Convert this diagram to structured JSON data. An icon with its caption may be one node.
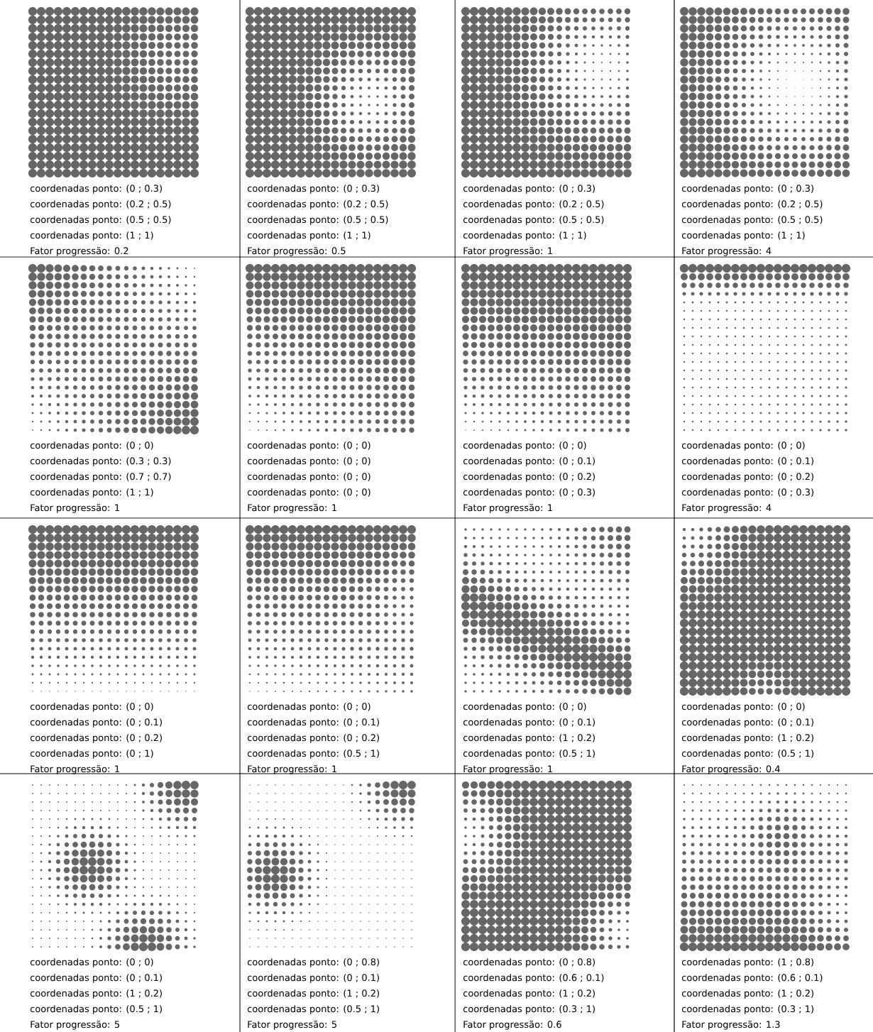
{
  "diagram": {
    "labels": [
      "coordenadas ponto: (0 ; 0.3)",
      "coordenadas ponto: (0.2 ; 0.5)",
      "coordenadas ponto: (0.5 ; 0.5)",
      "coordenadas ponto: (1 ; 1)",
      "Fator progressão: 0.2",
      "coordenadas ponto: (0 ; 0.3)",
      "coordenadas ponto: (0.2 ; 0.5)",
      "coordenadas ponto: (0.5 ; 0.5)",
      "coordenadas ponto: (1 ; 1)",
      "Fator progressão: 0.5",
      "coordenadas ponto: (0 ; 0.3)",
      "coordenadas ponto: (0.2 ; 0.5)",
      "coordenadas ponto: (0.5 ; 0.5)",
      "coordenadas ponto: (1 ; 1)",
      "Fator progressão: 1",
      "coordenadas ponto: (0 ; 0.3)",
      "coordenadas ponto: (0.2 ; 0.5)",
      "coordenadas ponto: (0.5 ; 0.5)",
      "coordenadas ponto: (1 ; 1)",
      "Fator progressão: 4",
      "coordenadas ponto: (0 ; 0)",
      "coordenadas ponto: (0.3 ; 0.3)",
      "coordenadas ponto: (0.7 ; 0.7)",
      "coordenadas ponto: (1 ; 1)",
      "Fator progressão: 1",
      "coordenadas ponto: (0 ; 0)",
      "coordenadas ponto: (0 ; 0)",
      "coordenadas ponto: (0 ; 0)",
      "coordenadas ponto: (0 ; 0)",
      "Fator progressão: 1",
      "coordenadas ponto: (0 ; 0)",
      "coordenadas ponto: (0 ; 0.1)",
      "coordenadas ponto: (0 ; 0.2)",
      "coordenadas ponto: (0 ; 0.3)",
      "Fator progressão: 1",
      "coordenadas ponto: (0 ; 0)",
      "coordenadas ponto: (0 ; 0.1)",
      "coordenadas ponto: (0 ; 0.2)",
      "coordenadas ponto: (0 ; 0.3)",
      "Fator progressão: 4",
      "coordenadas ponto: (0 ; 0)",
      "coordenadas ponto: (0 ; 0.1)",
      "coordenadas ponto: (0 ; 0.2)",
      "coordenadas ponto: (0 ; 1)",
      "Fator progressão: 1",
      "coordenadas ponto: (0 ; 0)",
      "coordenadas ponto: (0 ; 0.1)",
      "coordenadas ponto: (0 ; 0.2)",
      "coordenadas ponto: (0.5 ; 1)",
      "Fator progressão: 1",
      "coordenadas ponto: (0 ; 0)",
      "coordenadas ponto: (0 ; 0.1)",
      "coordenadas ponto: (1 ; 0.2)",
      "coordenadas ponto: (0.5 ; 1)",
      "Fator progressão: 1",
      "coordenadas ponto: (0 ; 0)",
      "coordenadas ponto: (0 ; 0.1)",
      "coordenadas ponto: (1 ; 0.2)",
      "coordenadas ponto: (0.5 ; 1)",
      "Fator progressão: 0.4",
      "coordenadas ponto: (0 ; 0)",
      "coordenadas ponto: (0 ; 0.1)",
      "coordenadas ponto: (1 ; 0.2)",
      "coordenadas ponto: (0.5 ; 1)",
      "Fator progressão: 5",
      "coordenadas ponto: (0 ; 0.8)",
      "coordenadas ponto: (0 ; 0.1)",
      "coordenadas ponto: (1 ; 0.2)",
      "coordenadas ponto: (0.5 ; 1)",
      "Fator progressão: 5",
      "coordenadas ponto: (0 ; 0.8)",
      "coordenadas ponto: (0.6 ; 0.1)",
      "coordenadas ponto: (1 ; 0.2)",
      "coordenadas ponto: (0.3 ; 1)",
      "Fator progressão: 0.6",
      "coordenadas ponto: (1 ; 0.8)",
      "coordenadas ponto: (0.6 ; 0.1)",
      "coordenadas ponto: (1 ; 0.2)",
      "coordenadas ponto: (0.3 ; 1)",
      "Fator progressão: 1.3"
    ]
  }
}
